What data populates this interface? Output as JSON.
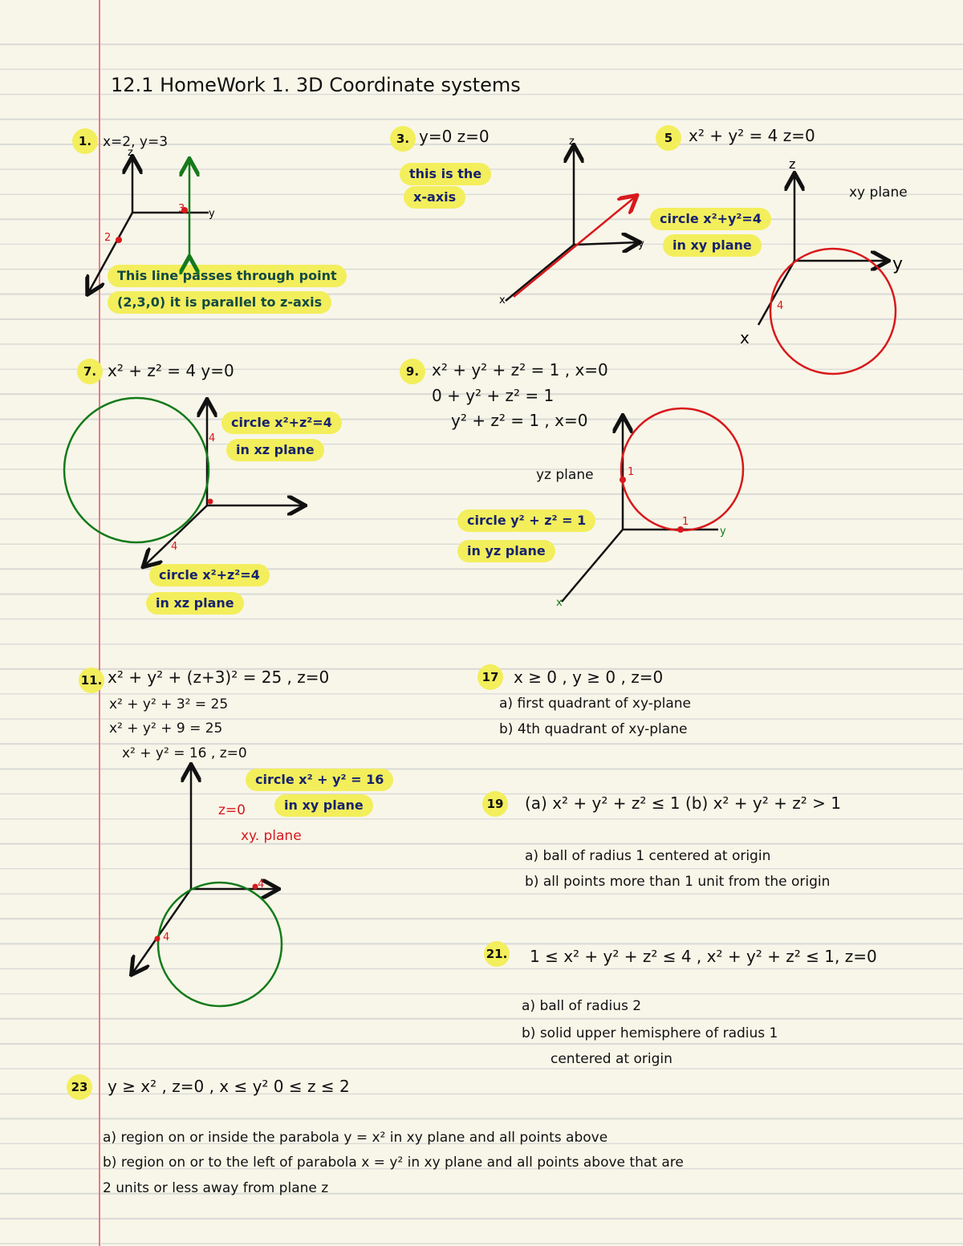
{
  "title": "12.1 HomeWork 1. 3D Coordinate systems",
  "problems": {
    "p1": {
      "num": "1.",
      "eq": "x=2, y=3",
      "note1": "This line passes through point",
      "note2": "(2,3,0) it is parallel to z-axis",
      "labels": {
        "z": "z",
        "y": "y",
        "pt_x": "2",
        "pt_y": "3"
      }
    },
    "p3": {
      "num": "3.",
      "eq": "y=0  z=0",
      "note1": "this is the",
      "note2": "x-axis",
      "labels": {
        "z": "z",
        "y": "y",
        "x": "x"
      }
    },
    "p5": {
      "num": "5",
      "eq": "x² + y² = 4   z=0",
      "note1": "circle x²+y²=4",
      "note2": "in xy plane",
      "plane": "xy plane",
      "labels": {
        "z": "z",
        "y": "y",
        "x": "x",
        "pt": "4"
      }
    },
    "p7": {
      "num": "7.",
      "eq": "x² + z² = 4    y=0",
      "note1": "circle x²+z²=4",
      "note2": "in xz plane",
      "note3": "circle x²+z²=4",
      "note4": "in xz plane",
      "labels": {
        "pt1": "4",
        "pt2": "4"
      }
    },
    "p9": {
      "num": "9.",
      "eq1": "x² + y² + z² = 1 , x=0",
      "eq2": "0 + y² + z² = 1",
      "eq3": "y² + z² = 1 , x=0",
      "plane": "yz plane",
      "note1": "circle y² + z² = 1",
      "note2": "in yz plane",
      "labels": {
        "pt1": "1",
        "pt2": "1",
        "y": "y",
        "x": "x"
      }
    },
    "p11": {
      "num": "11.",
      "eq1": "x² + y² + (z+3)² = 25 , z=0",
      "eq2": "x² + y² + 3² = 25",
      "eq3": "x² + y² + 9 = 25",
      "eq4": "x² + y² = 16 , z=0",
      "note1": "circle x² + y² = 16",
      "note2": "in xy plane",
      "red1": "z=0",
      "red2": "xy. plane",
      "labels": {
        "pt1": "4",
        "pt2": "4"
      }
    },
    "p17": {
      "num": "17",
      "eq": "x ≥ 0 , y ≥ 0 , z=0",
      "a": "a) first quadrant of xy-plane",
      "b": "b) 4th quadrant of xy-plane"
    },
    "p19": {
      "num": "19",
      "eq": "(a) x² + y² + z² ≤ 1     (b) x² + y² + z² > 1",
      "a": "a) ball of radius 1 centered at origin",
      "b": "b) all points more than 1 unit from the origin"
    },
    "p21": {
      "num": "21.",
      "eq": "1 ≤ x² + y² + z² ≤ 4        , x² + y² + z² ≤ 1,  z=0",
      "a": "a) ball of radius 2",
      "b": "b) solid upper hemisphere of radius 1",
      "b2": "centered at origin"
    },
    "p23": {
      "num": "23",
      "eq": "y ≥ x² , z=0     , x ≤ y²   0 ≤ z ≤ 2",
      "a": "a) region on or inside the parabola  y = x²  in xy plane and all points above",
      "b": "b) region on or to the left of parabola x = y²  in xy plane  and all points  above that are",
      "b2": "2 units or less away from plane z"
    }
  },
  "colors": {
    "paper": "#f8f6e9",
    "highlight": "#f3ee5c",
    "margin": "#e77b86",
    "red": "#d8181c",
    "green": "#147a1a",
    "navy": "#16226e"
  }
}
